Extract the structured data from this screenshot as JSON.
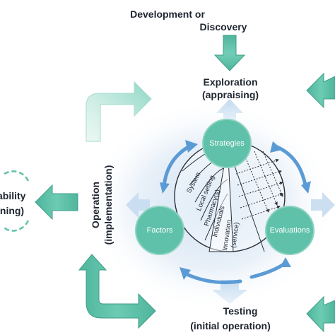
{
  "labels": {
    "development_line1": "Development or",
    "development_line2": "Discovery",
    "exploration_line1": "Exploration",
    "exploration_line2": "(appraising)",
    "testing_line1": "Testing",
    "testing_line2": "(initial operation)",
    "operation_line1": "Operation",
    "operation_line2": "(implementation)",
    "sustainability_line1": "ability",
    "sustainability_line2": "ining)"
  },
  "nodes": {
    "strategies": "Strategies",
    "factors": "Factors",
    "evaluations": "Evaluations"
  },
  "levels": {
    "system": "System",
    "local_setting": "Local setting",
    "pharmacy": "Pharmacy(s)",
    "individuals": "Individuals",
    "innovation_line1": "Innovation",
    "innovation_line2": "(service)"
  },
  "colors": {
    "teal": "#5fc1a9",
    "teal_dark": "#3f9d88",
    "arrow_blue": "#5b9bd5",
    "pale_blue": "#cfe3f3",
    "text": "#1f2530"
  }
}
